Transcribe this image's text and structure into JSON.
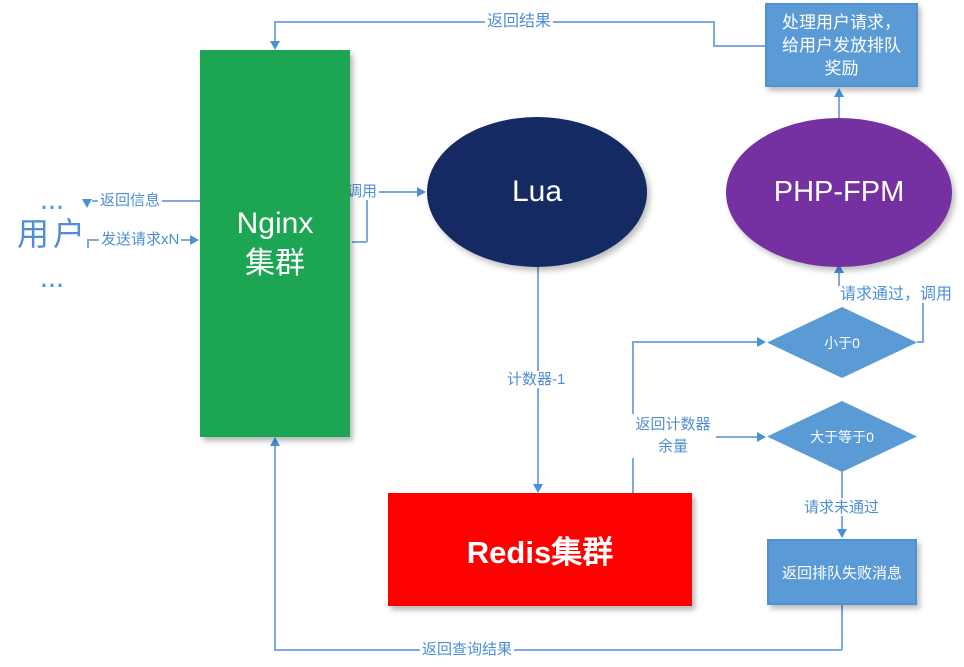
{
  "diagram": {
    "background": "#FFFFFF",
    "colors": {
      "line_blue": "#7FA9DC",
      "arrow_blue": "#4A90D9",
      "label_text_blue": "#4E8ED4",
      "shape_blue": "#5B9BD5",
      "nginx_green": "#1CA553",
      "lua_navy": "#152A63",
      "phpfpm_purple": "#7531A1",
      "redis_red": "#FE0000",
      "white_text": "#FFFFFF"
    },
    "nodes": {
      "user": {
        "dots_top": "...",
        "label": "用户",
        "dots_bottom": "..."
      },
      "nginx": {
        "line1": "Nginx",
        "line2": "集群",
        "fill": "#1CA553"
      },
      "lua": {
        "label": "Lua",
        "fill": "#152A63"
      },
      "phpfpm": {
        "label": "PHP-FPM",
        "fill": "#7531A1"
      },
      "reward": {
        "line1": "处理用户请求，",
        "line2": "给用户发放排队",
        "line3": "奖励",
        "fill": "#5B9BD5"
      },
      "redis": {
        "label": "Redis集群",
        "fill": "#FE0000"
      },
      "decision_lt0": {
        "label": "小于0",
        "fill": "#5B9BD5"
      },
      "decision_gte0": {
        "label": "大于等于0",
        "fill": "#5B9BD5"
      },
      "fail": {
        "label": "返回排队失败消息",
        "fill": "#5B9BD5"
      }
    },
    "edges": {
      "return_result": "返回结果",
      "return_info": "返回信息",
      "send_request": "发送请求xN",
      "call_lua": "调用",
      "counter_minus_1": "计数器-1",
      "return_counter_line1": "返回计数器",
      "return_counter_line2": "余量",
      "request_pass_call": "请求通过，调用",
      "request_not_pass": "请求未通过",
      "return_query_result": "返回查询结果"
    }
  }
}
